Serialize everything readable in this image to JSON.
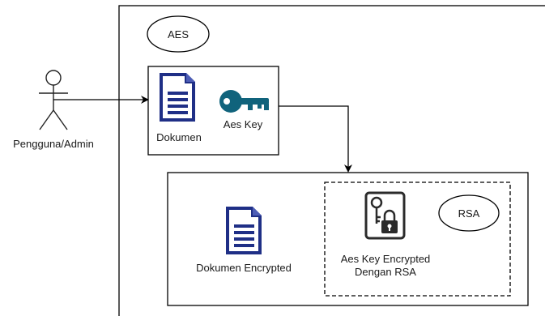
{
  "actor": {
    "label": "Pengguna/Admin",
    "icon": "stick-figure-person-icon"
  },
  "aes_label": "AES",
  "input_box": {
    "document_label": "Dokumen",
    "document_icon": "document-icon",
    "key_label": "Aes Key",
    "key_icon": "key-icon"
  },
  "output_box": {
    "document_label": "Dokumen Encrypted",
    "document_icon": "document-icon",
    "rsa_label": "RSA",
    "key_lock_icon": "key-lock-icon",
    "encrypted_key_label_line1": "Aes Key Encrypted",
    "encrypted_key_label_line2": "Dengan RSA"
  },
  "colors": {
    "stroke": "#000000",
    "document_blue": "#1f2f86",
    "key_teal": "#10637c",
    "lock_dark": "#2b2b2b",
    "text": "#1a1a1a"
  }
}
